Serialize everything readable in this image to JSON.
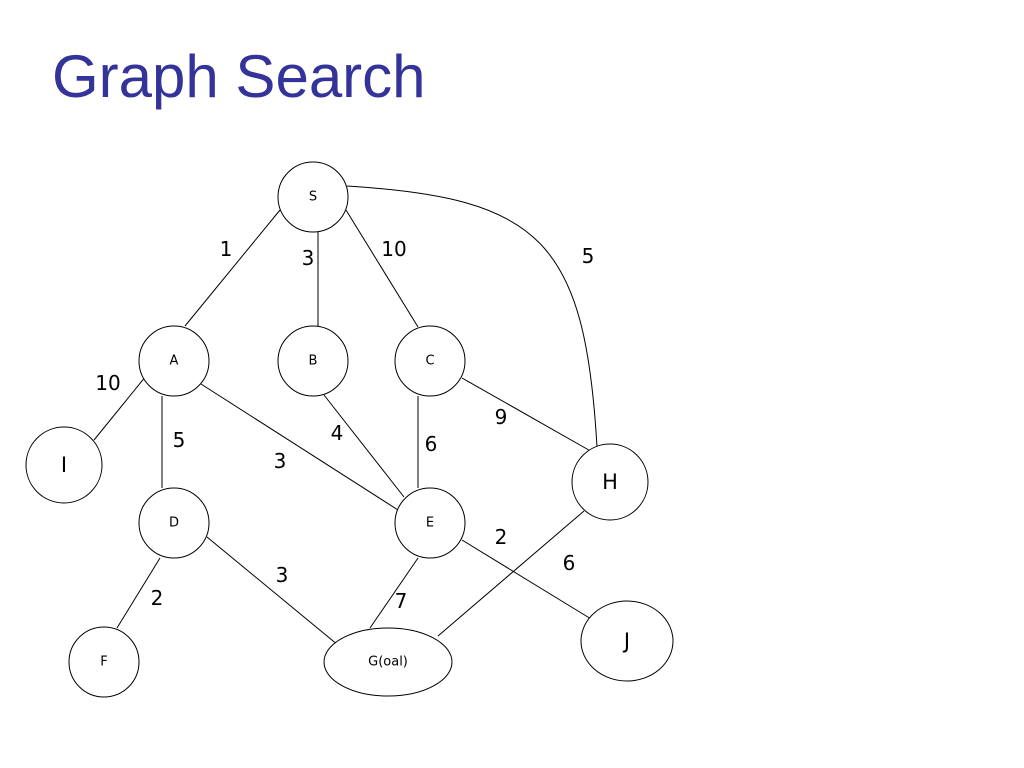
{
  "slide": {
    "title": "Graph Search"
  },
  "colors": {
    "title": "#333399",
    "goal_outline": "#e02020",
    "stroke": "#000000"
  },
  "graph": {
    "nodes": [
      {
        "id": "S",
        "label": "S"
      },
      {
        "id": "A",
        "label": "A"
      },
      {
        "id": "B",
        "label": "B"
      },
      {
        "id": "C",
        "label": "C"
      },
      {
        "id": "D",
        "label": "D"
      },
      {
        "id": "E",
        "label": "E"
      },
      {
        "id": "F",
        "label": "F"
      },
      {
        "id": "G",
        "label": "G(oal)",
        "goal": true
      },
      {
        "id": "H",
        "label": "H"
      },
      {
        "id": "I",
        "label": "I"
      },
      {
        "id": "J",
        "label": "J"
      }
    ],
    "edges": [
      {
        "id": "S-A",
        "from": "S",
        "to": "A",
        "weight": "1"
      },
      {
        "id": "S-B",
        "from": "S",
        "to": "B",
        "weight": "3"
      },
      {
        "id": "S-C",
        "from": "S",
        "to": "C",
        "weight": "10"
      },
      {
        "id": "S-H",
        "from": "S",
        "to": "H",
        "weight": "5"
      },
      {
        "id": "A-I",
        "from": "A",
        "to": "I",
        "weight": "10"
      },
      {
        "id": "A-D",
        "from": "A",
        "to": "D",
        "weight": "5"
      },
      {
        "id": "A-E",
        "from": "A",
        "to": "E",
        "weight": "3"
      },
      {
        "id": "B-E",
        "from": "B",
        "to": "E",
        "weight": "4"
      },
      {
        "id": "C-E",
        "from": "C",
        "to": "E",
        "weight": "6"
      },
      {
        "id": "C-H",
        "from": "C",
        "to": "H",
        "weight": "9"
      },
      {
        "id": "D-F",
        "from": "D",
        "to": "F",
        "weight": "2"
      },
      {
        "id": "D-G",
        "from": "D",
        "to": "G",
        "weight": "3"
      },
      {
        "id": "E-G",
        "from": "E",
        "to": "G",
        "weight": "7"
      },
      {
        "id": "E-J",
        "from": "E",
        "to": "J",
        "weight": "2"
      },
      {
        "id": "H-G",
        "from": "H",
        "to": "G",
        "weight": "6"
      }
    ]
  }
}
